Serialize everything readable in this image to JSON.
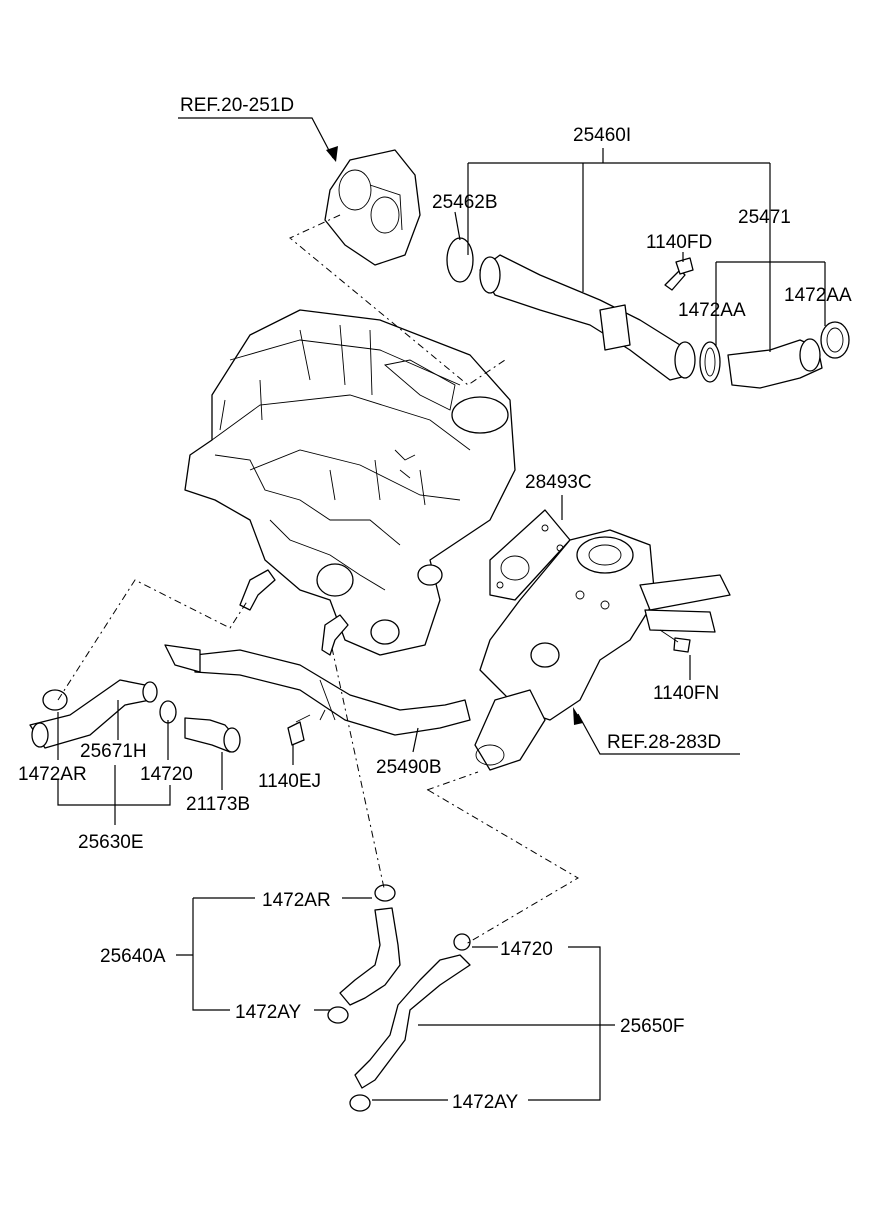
{
  "labels": {
    "ref_20_251d": "REF.20-251D",
    "p25460i": "25460I",
    "p25462b": "25462B",
    "p25471": "25471",
    "p1140fd": "1140FD",
    "p1472aa_1": "1472AA",
    "p1472aa_2": "1472AA",
    "p28493c": "28493C",
    "p1140fn": "1140FN",
    "ref_28_283d": "REF.28-283D",
    "p25671h": "25671H",
    "p1472ar_1": "1472AR",
    "p14720_1": "14720",
    "p21173b": "21173B",
    "p1140ej": "1140EJ",
    "p25490b": "25490B",
    "p25630e": "25630E",
    "p1472ar_2": "1472AR",
    "p25640a": "25640A",
    "p1472ay_1": "1472AY",
    "p14720_2": "14720",
    "p25650f": "25650F",
    "p1472ay_2": "1472AY"
  }
}
